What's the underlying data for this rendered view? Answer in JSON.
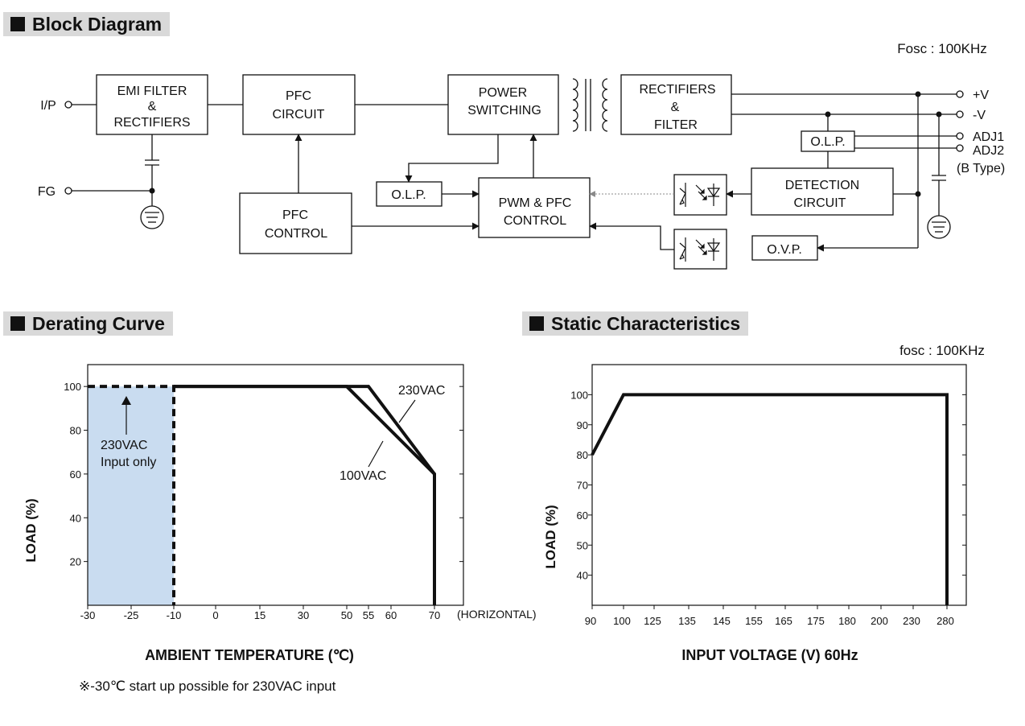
{
  "block_diagram": {
    "title": "Block Diagram",
    "fosc": "Fosc : 100KHz",
    "inputs": {
      "ip": "I/P",
      "fg": "FG"
    },
    "blocks": {
      "emi_line1": "EMI FILTER",
      "emi_line2": "&",
      "emi_line3": "RECTIFIERS",
      "pfc_circuit_line1": "PFC",
      "pfc_circuit_line2": "CIRCUIT",
      "power_switching_line1": "POWER",
      "power_switching_line2": "SWITCHING",
      "rect_filter_line1": "RECTIFIERS",
      "rect_filter_line2": "&",
      "rect_filter_line3": "FILTER",
      "olp_left": "O.L.P.",
      "olp_right": "O.L.P.",
      "pwm_line1": "PWM & PFC",
      "pwm_line2": "CONTROL",
      "pfc_control_line1": "PFC",
      "pfc_control_line2": "CONTROL",
      "detection_line1": "DETECTION",
      "detection_line2": "CIRCUIT",
      "ovp": "O.V.P."
    },
    "outputs": {
      "pos": "+V",
      "neg": "-V",
      "adj1": "ADJ1",
      "adj2": "ADJ2",
      "btype": "(B Type)"
    }
  },
  "derating": {
    "title": "Derating Curve",
    "xlabel": "AMBIENT TEMPERATURE (℃)",
    "ylabel": "LOAD (%)",
    "x_suffix": "(HORIZONTAL)",
    "note": "※-30℃ start up possible for 230VAC input",
    "annotation_line1": "230VAC",
    "annotation_line2": "Input only",
    "label_230": "230VAC",
    "label_100": "100VAC",
    "shade_color": "#c9dcf0"
  },
  "static": {
    "title": "Static Characteristics",
    "fosc": "fosc : 100KHz",
    "xlabel": "INPUT VOLTAGE (V) 60Hz",
    "ylabel": "LOAD (%)"
  },
  "chart_data": [
    {
      "type": "line",
      "title": "Derating Curve",
      "xlabel": "AMBIENT TEMPERATURE (℃)",
      "ylabel": "LOAD (%)",
      "x_ticks": [
        "-30",
        "-25",
        "-10",
        "0",
        "15",
        "30",
        "50",
        "55",
        "60",
        "70"
      ],
      "y_ticks": [
        "20",
        "40",
        "60",
        "80",
        "100"
      ],
      "ylim": [
        0,
        110
      ],
      "series": [
        {
          "name": "230VAC",
          "x": [
            "-10",
            "55",
            "70",
            "70"
          ],
          "y": [
            100,
            100,
            60,
            0
          ]
        },
        {
          "name": "100VAC",
          "x": [
            "-10",
            "50",
            "70",
            "70"
          ],
          "y": [
            100,
            100,
            60,
            0
          ]
        },
        {
          "name": "230VAC Input only",
          "x": [
            "-30",
            "-10",
            "-10"
          ],
          "y": [
            100,
            100,
            0
          ]
        }
      ]
    },
    {
      "type": "line",
      "title": "Static Characteristics",
      "xlabel": "INPUT VOLTAGE (V) 60Hz",
      "ylabel": "LOAD (%)",
      "x_ticks": [
        "90",
        "100",
        "125",
        "135",
        "145",
        "155",
        "165",
        "175",
        "180",
        "200",
        "230",
        "280"
      ],
      "y_ticks": [
        "40",
        "50",
        "60",
        "70",
        "80",
        "90",
        "100"
      ],
      "ylim": [
        30,
        110
      ],
      "series": [
        {
          "x": [
            "90",
            "100",
            "280",
            "280"
          ],
          "y": [
            80,
            100,
            100,
            30
          ]
        }
      ]
    }
  ]
}
